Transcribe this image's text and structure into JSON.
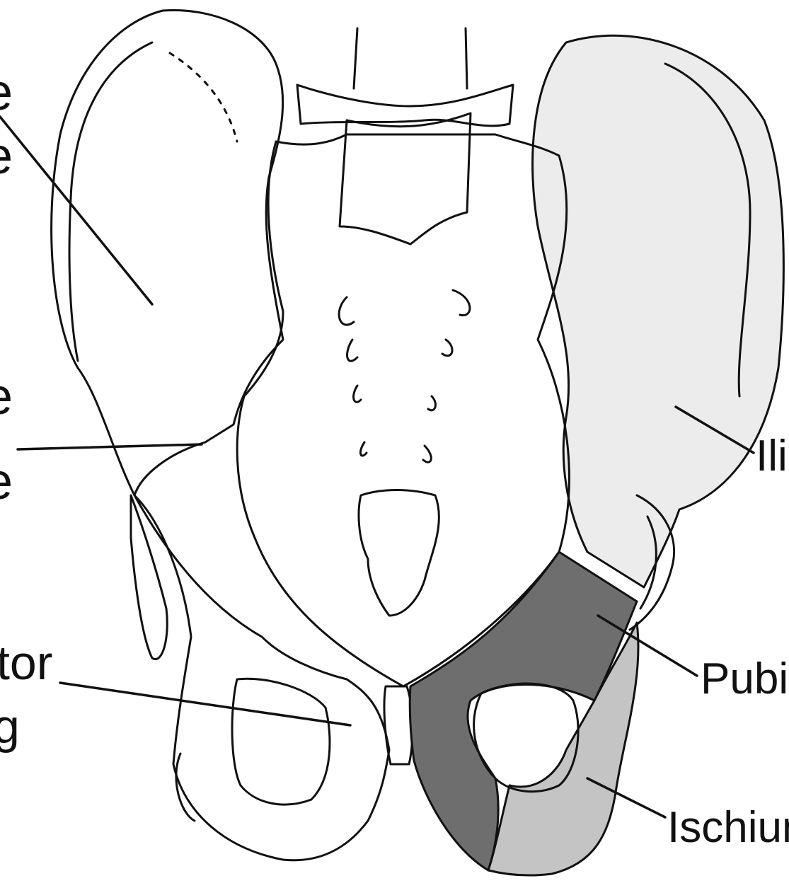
{
  "labels": {
    "left_partial_1": "e",
    "left_partial_2": "e",
    "left_partial_3": "e",
    "left_partial_4": "e",
    "obturator_partial": "tor",
    "obturator_partial_2": "g",
    "ilium": "Iliu",
    "pubis": "Pubis",
    "ischium": "Ischium"
  },
  "colors": {
    "ilium_fill": "#ececec",
    "pubis_fill": "#6e6e6e",
    "ischium_fill": "#c4c4c4",
    "outline": "#111111",
    "background": "#ffffff"
  }
}
